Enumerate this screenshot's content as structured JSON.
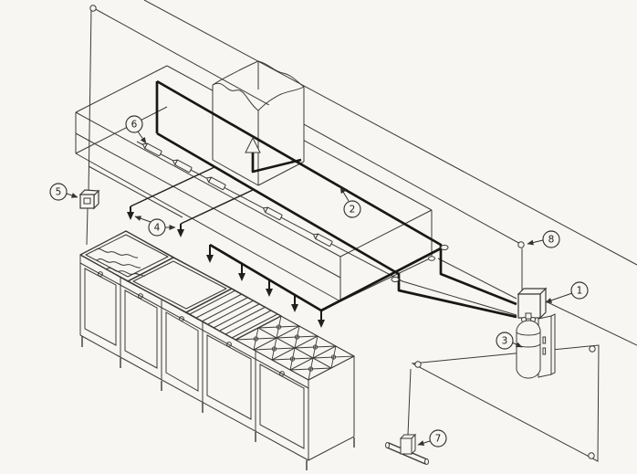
{
  "figure": {
    "kind": "exploded-isometric-line-illustration",
    "subject": "kitchen-hood-fire-suppression-system"
  },
  "colors": {
    "paper": "#f7f6f3",
    "line": "#3b3a37",
    "pipe": "#181817"
  },
  "callouts": [
    {
      "label": "1",
      "target": "control-head"
    },
    {
      "label": "2",
      "target": "distribution-piping"
    },
    {
      "label": "3",
      "target": "agent-cylinder"
    },
    {
      "label": "4",
      "target": "appliance-nozzles"
    },
    {
      "label": "5",
      "target": "manual-pull-station"
    },
    {
      "label": "6",
      "target": "fusible-link-detectors"
    },
    {
      "label": "7",
      "target": "gas-shutoff-valve"
    },
    {
      "label": "8",
      "target": "wall-panel-mount"
    }
  ]
}
